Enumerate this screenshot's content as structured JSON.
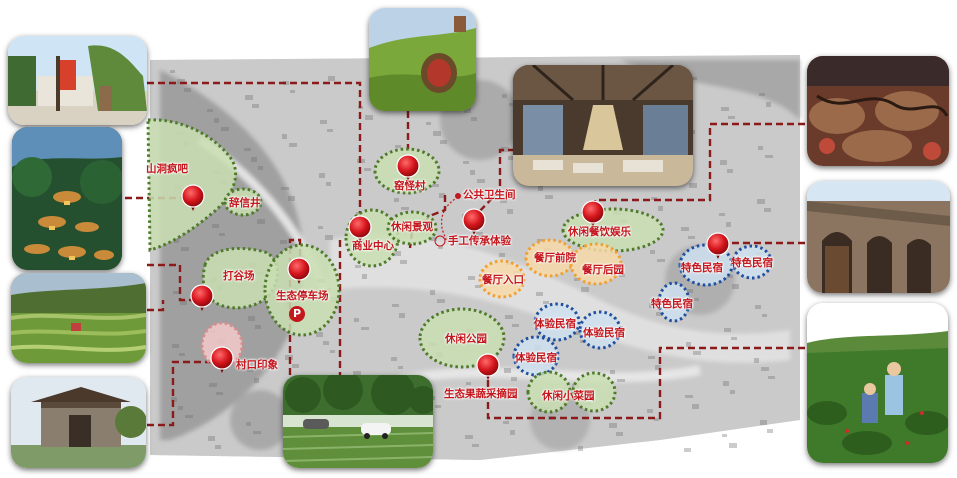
{
  "title": "",
  "zones": {
    "cave_bar": "山洞疯吧",
    "well": "辞信井",
    "threshing": "打谷场",
    "eco_parking": "生态停车场",
    "parking_symbol": "P",
    "village_entrance": "村口印象",
    "commerce": "商业中心",
    "leisure_view": "休闲景观",
    "strange_village": "窑怪村",
    "public_toilet": "公共卫生间",
    "handicraft": "手工传承体验",
    "restaurant_front": "餐厅前院",
    "restaurant_back": "餐厅后园",
    "restaurant_entrance": "餐厅入口",
    "leisure_dining": "休闲餐饮娱乐",
    "homestay_a": "特色民宿",
    "homestay_b": "特色民宿",
    "homestay_c": "特色民宿",
    "exp_homestay_a": "体验民宿",
    "exp_homestay_b": "体验民宿",
    "exp_homestay_c": "体验民宿",
    "leisure_park": "休闲公园",
    "orchard": "生态果蔬采摘园",
    "veg_garden": "休闲小菜园"
  },
  "colors": {
    "accent": "#c4161c",
    "leader": "#8b1a1a",
    "green_zone": "#c9dfb3",
    "green_border": "#4f7a2a",
    "orange_zone": "#f7d9a8",
    "orange_border": "#f0a030",
    "blue_zone": "#cfe0f0",
    "blue_border": "#1f4fa0"
  }
}
